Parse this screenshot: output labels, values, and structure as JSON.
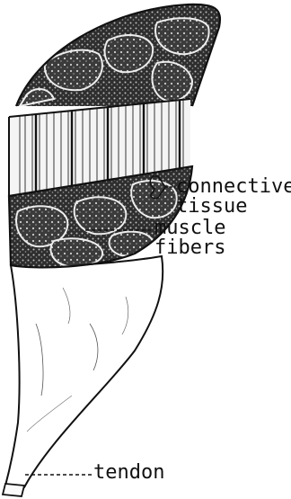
{
  "labels": {
    "connective": [
      "connective",
      "tissue"
    ],
    "muscle": [
      "muscle",
      "fibers"
    ],
    "tendon": "tendon"
  },
  "colors": {
    "ink": "#111111",
    "paper": "#ffffff",
    "fiber_fill": "#f4f4f4",
    "bundle_fill": "#3a3a3a"
  }
}
